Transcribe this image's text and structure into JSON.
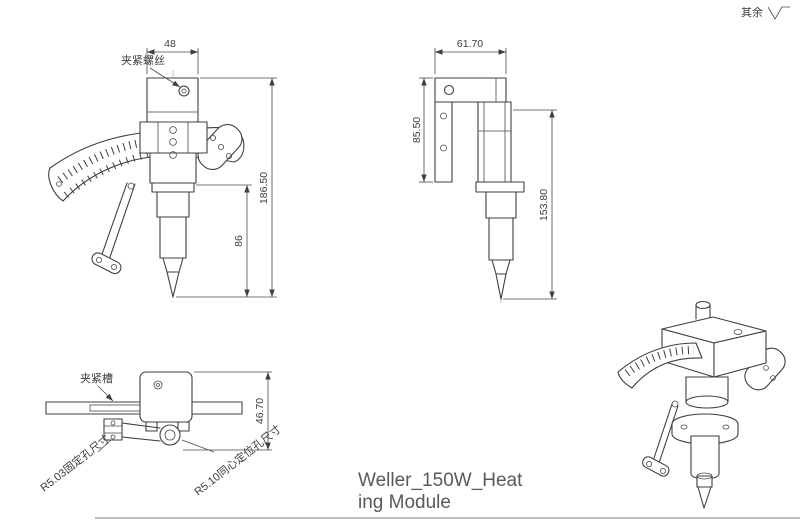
{
  "drawing": {
    "note_other_surfaces": "其余",
    "title_line1": "Weller_150W_Heat",
    "title_line2": "ing Module"
  },
  "front_view": {
    "dim_width_top": "48",
    "label_clamp_screw": "夹紧螺丝",
    "dim_total_height": "186.50",
    "dim_lower_height": "86"
  },
  "side_view": {
    "dim_width_top": "61.70",
    "dim_left_height": "85.50",
    "dim_right_height": "153.80"
  },
  "top_view": {
    "label_clamp_slot": "夹紧槽",
    "dim_height": "46.70",
    "note_fixing_hole": "R5.03固定孔尺寸",
    "note_locating_hole": "R5.10同心定位孔尺寸"
  }
}
